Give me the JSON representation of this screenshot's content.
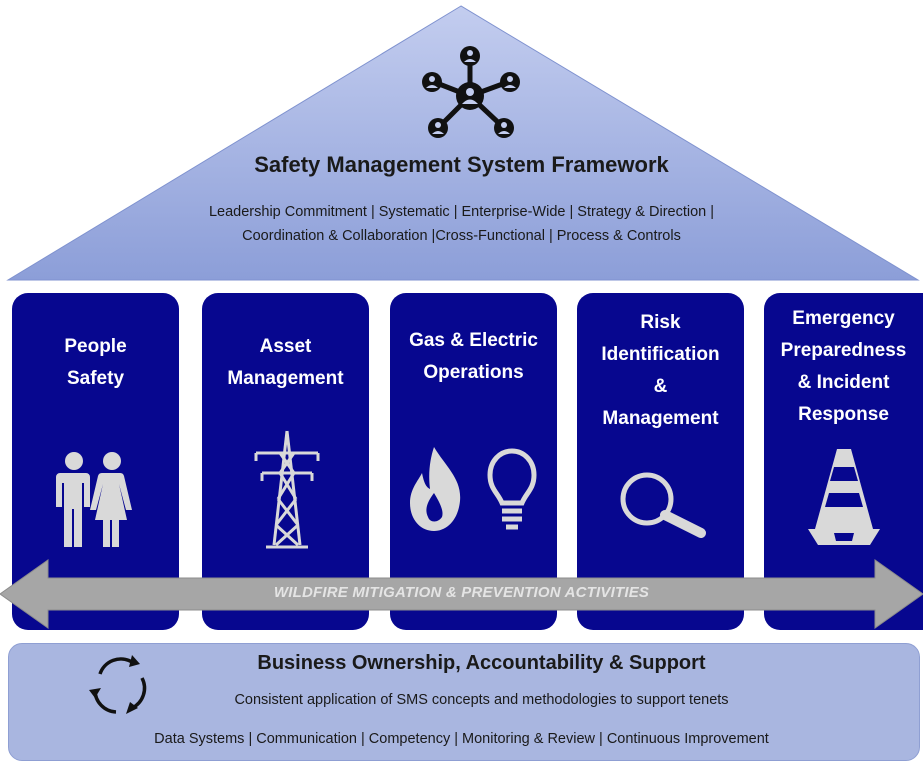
{
  "roof": {
    "icon": "network-people-icon",
    "title": "Safety Management System Framework",
    "line1": "Leadership Commitment | Systematic | Enterprise-Wide | Strategy & Direction |",
    "line2": "Coordination & Collaboration |Cross-Functional | Process & Controls"
  },
  "pillars": [
    {
      "lines": [
        "People",
        "Safety"
      ],
      "icon": "people-icon"
    },
    {
      "lines": [
        "Asset",
        "Management"
      ],
      "icon": "transmission-tower-icon"
    },
    {
      "lines": [
        "Gas & Electric",
        "Operations"
      ],
      "icon": "flame-and-lightbulb-icon"
    },
    {
      "lines": [
        "Risk",
        "Identification",
        "&",
        "Management"
      ],
      "icon": "magnifier-icon"
    },
    {
      "lines": [
        "Emergency",
        "Preparedness",
        "& Incident",
        "Response"
      ],
      "icon": "traffic-cone-icon"
    }
  ],
  "band": {
    "label": "WILDFIRE MITIGATION & PREVENTION ACTIVITIES"
  },
  "base": {
    "icon": "cycle-arrows-icon",
    "title": "Business Ownership, Accountability & Support",
    "line1": "Consistent application of SMS concepts and methodologies to support tenets",
    "line2": "Data Systems | Communication | Competency | Monitoring & Review | Continuous Improvement"
  },
  "colors": {
    "roof": "#8fa1d8",
    "pillar": "#07078f",
    "band": "#a6a6a6",
    "base": "#a9b6e0",
    "icon_light": "#d9d9d9"
  }
}
